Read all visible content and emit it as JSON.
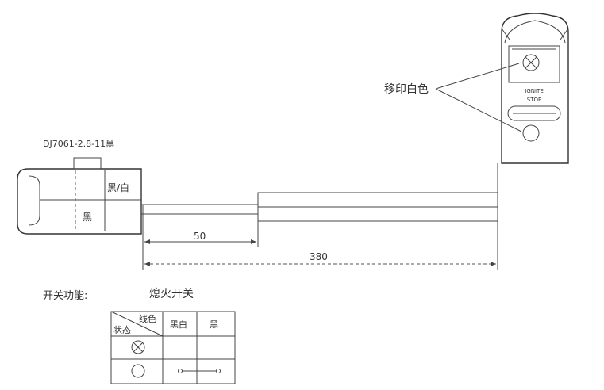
{
  "connector": {
    "model_label": "DJ7061-2.8-11黑",
    "pin_top_color": "黑/白",
    "pin_bottom_color": "黑"
  },
  "dimensions": {
    "short_length": "50",
    "total_length": "380"
  },
  "switch_head": {
    "marking_note": "移印白色",
    "engraved_text_line1": "IGNITE",
    "engraved_text_line2": "STOP",
    "upper_symbol_icon": "circle-x-icon",
    "lower_symbol_icon": "circle-icon"
  },
  "function": {
    "label": "开关功能:",
    "value": "熄火开关"
  },
  "table": {
    "corner_top": "线色",
    "corner_bottom": "状态",
    "col1": "黑白",
    "col2": "黑",
    "rows": [
      {
        "state_icon": "circle-x-icon",
        "connected": false
      },
      {
        "state_icon": "circle-icon",
        "connected": true
      }
    ]
  }
}
